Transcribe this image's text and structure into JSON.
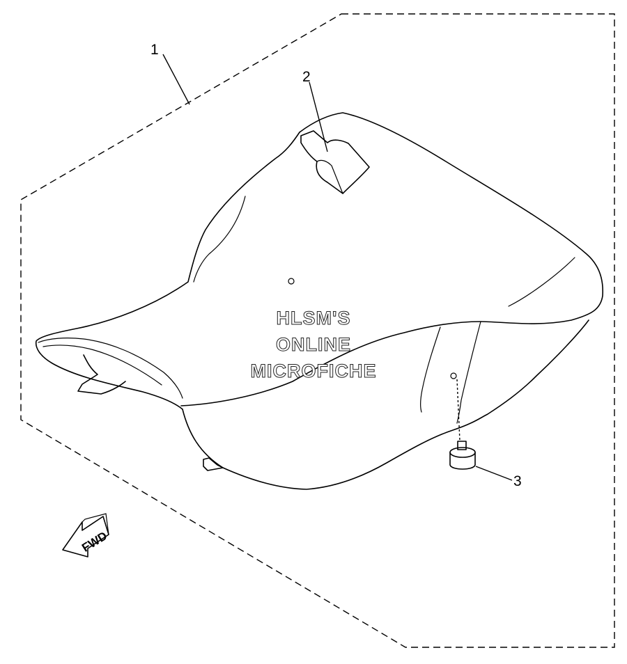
{
  "callouts": [
    {
      "id": "1",
      "label": "1"
    },
    {
      "id": "2",
      "label": "2"
    },
    {
      "id": "3",
      "label": "3"
    }
  ],
  "watermark": {
    "line1": "HLSM'S",
    "line2": "ONLINE",
    "line3": "MICROFICHE"
  },
  "direction_arrow": {
    "label": "FWD",
    "icon": "fwd-arrow-icon"
  },
  "colors": {
    "line": "#000000",
    "background": "#ffffff"
  }
}
